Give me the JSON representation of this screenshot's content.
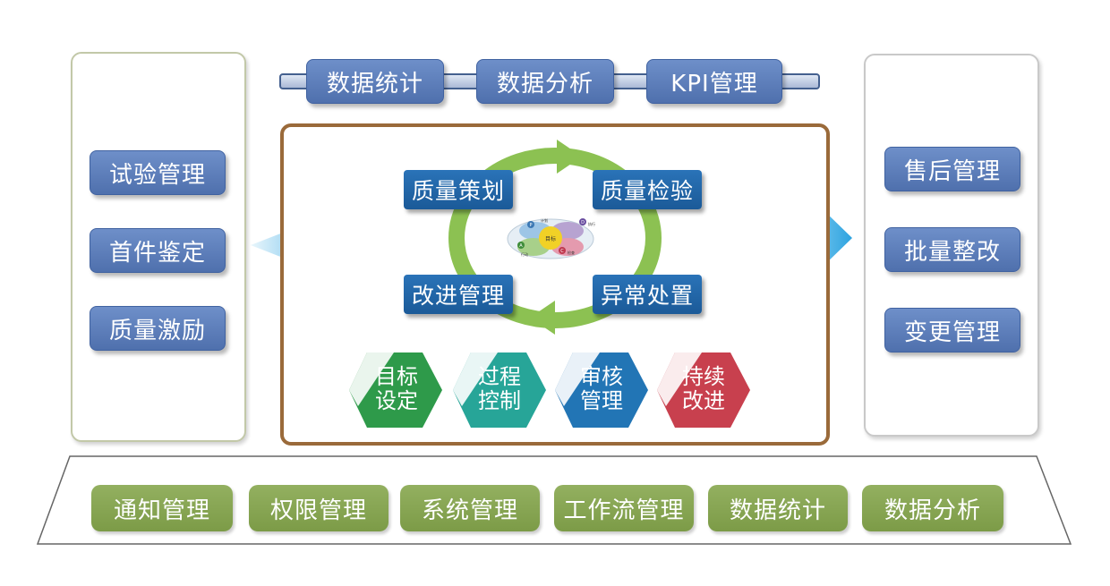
{
  "top_bar": {
    "items": [
      "数据统计",
      "数据分析",
      "KPI管理"
    ]
  },
  "left_panel": {
    "items": [
      "试验管理",
      "首件鉴定",
      "质量激励"
    ]
  },
  "right_panel": {
    "items": [
      "售后管理",
      "批量整改",
      "变更管理"
    ]
  },
  "cycle": {
    "labels": [
      "质量策划",
      "质量检验",
      "改进管理",
      "异常处置"
    ],
    "center_text": "目标",
    "mini_labels": [
      "计划",
      "执行",
      "检查",
      "行动"
    ],
    "mini_letters": [
      "P",
      "D",
      "C",
      "A"
    ]
  },
  "hexagons": [
    {
      "line1": "目标",
      "line2": "设定",
      "color": "#2e9a4a"
    },
    {
      "line1": "过程",
      "line2": "控制",
      "color": "#27a598"
    },
    {
      "line1": "审核",
      "line2": "管理",
      "color": "#2275b5"
    },
    {
      "line1": "持续",
      "line2": "改进",
      "color": "#c8404e"
    }
  ],
  "platform": {
    "items": [
      "通知管理",
      "权限管理",
      "系统管理",
      "工作流管理",
      "数据统计",
      "数据分析"
    ]
  },
  "colors": {
    "module_blue": "#5a7cba",
    "frame_brown": "#9a6a3a",
    "platform_green": "#86a552",
    "arrow_blue": "#4db5e6",
    "cycle_green": "#8cc152"
  }
}
